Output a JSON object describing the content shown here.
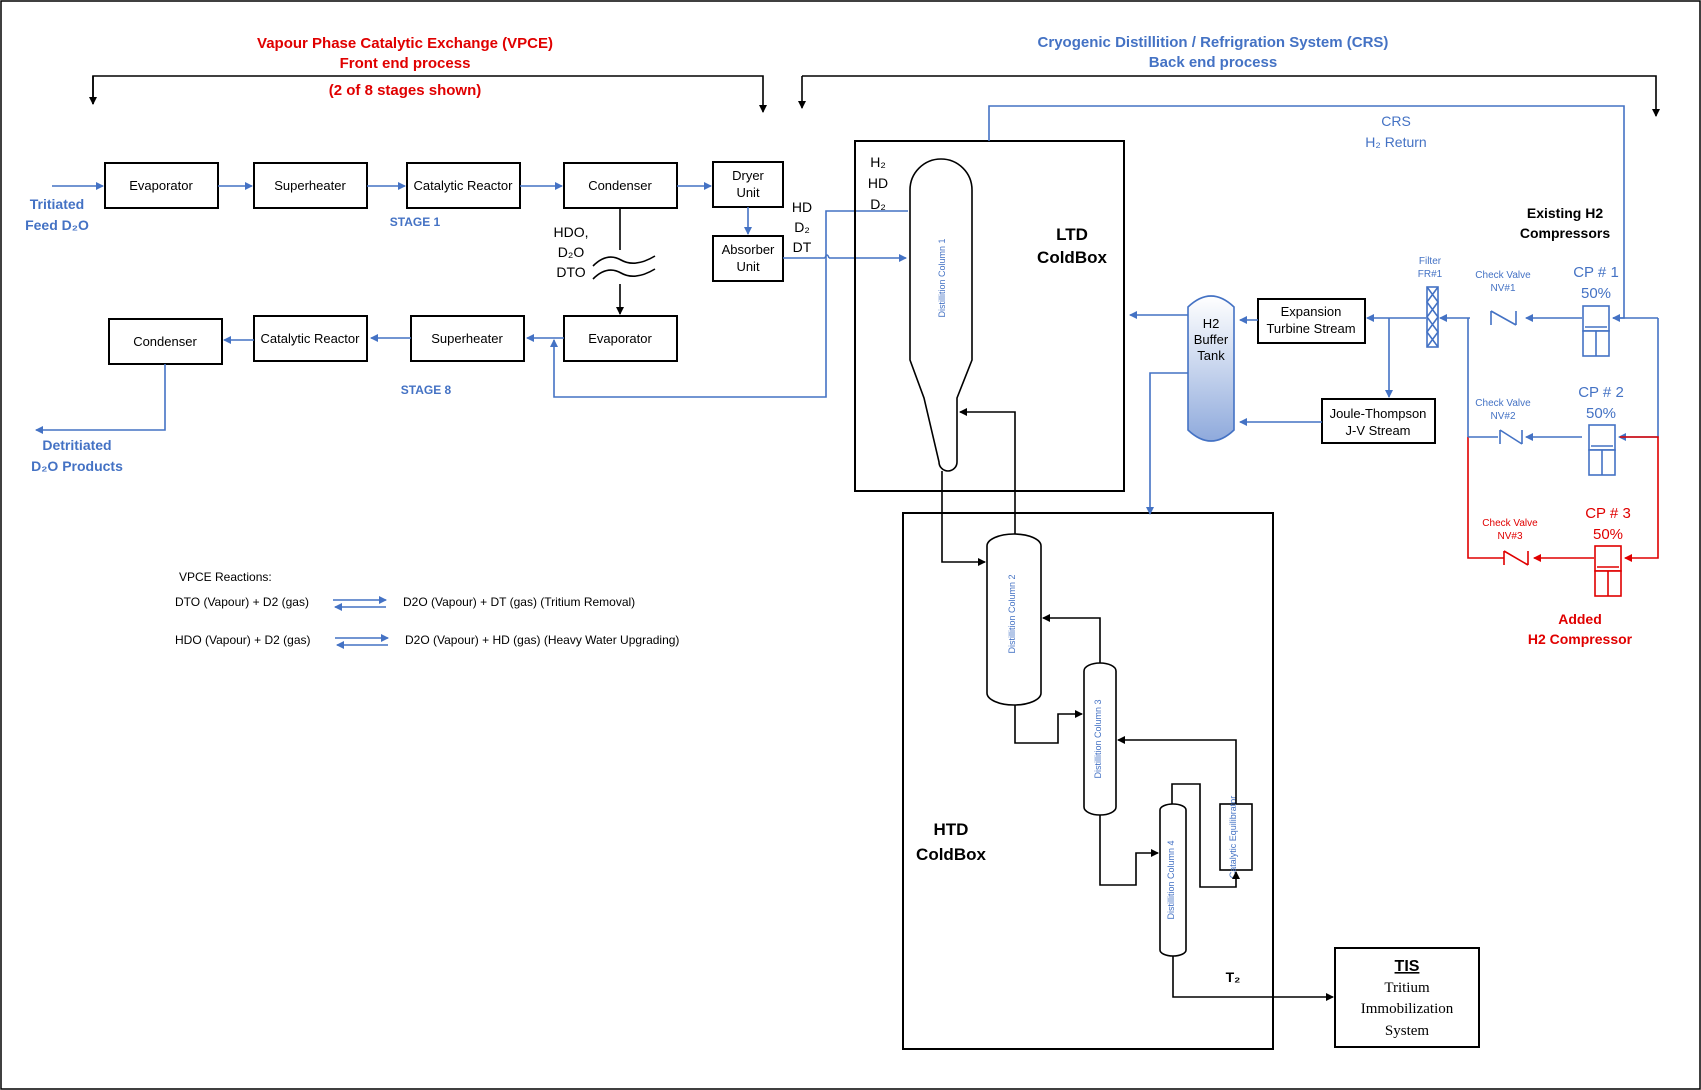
{
  "headers": {
    "vpce_title": "Vapour Phase Catalytic Exchange (VPCE)",
    "vpce_sub": "Front end process",
    "vpce_note": "(2 of 8 stages shown)",
    "crs_title": "Cryogenic Distillition / Refrigration System  (CRS)",
    "crs_sub": "Back end process"
  },
  "feed": {
    "line1": "Tritiated",
    "line2": "Feed D₂O"
  },
  "products": {
    "line1": "Detritiated",
    "line2": "D₂O Products"
  },
  "stage1": {
    "label": "STAGE 1",
    "evaporator": "Evaporator",
    "superheater": "Superheater",
    "reactor": "Catalytic Reactor",
    "condenser": "Condenser"
  },
  "stage8": {
    "label": "STAGE 8",
    "evaporator": "Evaporator",
    "superheater": "Superheater",
    "reactor": "Catalytic Reactor",
    "condenser": "Condenser"
  },
  "dryer": {
    "line1": "Dryer",
    "line2": "Unit"
  },
  "absorber": {
    "line1": "Absorber",
    "line2": "Unit"
  },
  "condensate": [
    "HDO,",
    "D₂O",
    "DTO"
  ],
  "gas_to_ltd": [
    "HD",
    "D₂",
    "DT"
  ],
  "gas_top": [
    "H₂",
    "HD",
    "D₂"
  ],
  "crs_return": {
    "line1": "CRS",
    "line2": "H₂ Return"
  },
  "ltd": {
    "line1": "LTD",
    "line2": "ColdBox"
  },
  "htd": {
    "line1": "HTD",
    "line2": "ColdBox"
  },
  "columns": {
    "c1": "Distillition Column 1",
    "c2": "Distillition Column 2",
    "c3": "Distillition Column 3",
    "c4": "Distillition Column 4",
    "equilibrator": "Catalytic Equilibrator"
  },
  "buffer": [
    "H2",
    "Buffer",
    "Tank"
  ],
  "expansion": {
    "line1": "Expansion",
    "line2": "Turbine Stream"
  },
  "jt": {
    "line1": "Joule-Thompson",
    "line2": "J-V Stream"
  },
  "filter": {
    "line1": "Filter",
    "line2": "FR#1"
  },
  "check_valves": [
    {
      "line1": "Check Valve",
      "line2": "NV#1"
    },
    {
      "line1": "Check Valve",
      "line2": "NV#2"
    },
    {
      "line1": "Check Valve",
      "line2": "NV#3"
    }
  ],
  "compressors": [
    {
      "name": "CP # 1",
      "capacity": "50%"
    },
    {
      "name": "CP # 2",
      "capacity": "50%"
    },
    {
      "name": "CP # 3",
      "capacity": "50%"
    }
  ],
  "existing": {
    "line1": "Existing H2",
    "line2": "Compressors"
  },
  "added": {
    "line1": "Added",
    "line2": "H2 Compressor"
  },
  "tis": {
    "title": "TIS",
    "line1": "Tritium",
    "line2": "Immobilization",
    "line3": "System"
  },
  "t2": "T₂",
  "reactions": {
    "title": "VPCE Reactions:",
    "r1_left": "DTO (Vapour) + D2 (gas)",
    "r1_right": "D2O (Vapour) + DT (gas)  (Tritium Removal)",
    "r2_left": "HDO (Vapour) + D2 (gas)",
    "r2_right": "D2O (Vapour) + HD (gas)  (Heavy Water Upgrading)"
  },
  "colors": {
    "blue": "#4472C4",
    "red": "#E00000",
    "black": "#000000"
  }
}
